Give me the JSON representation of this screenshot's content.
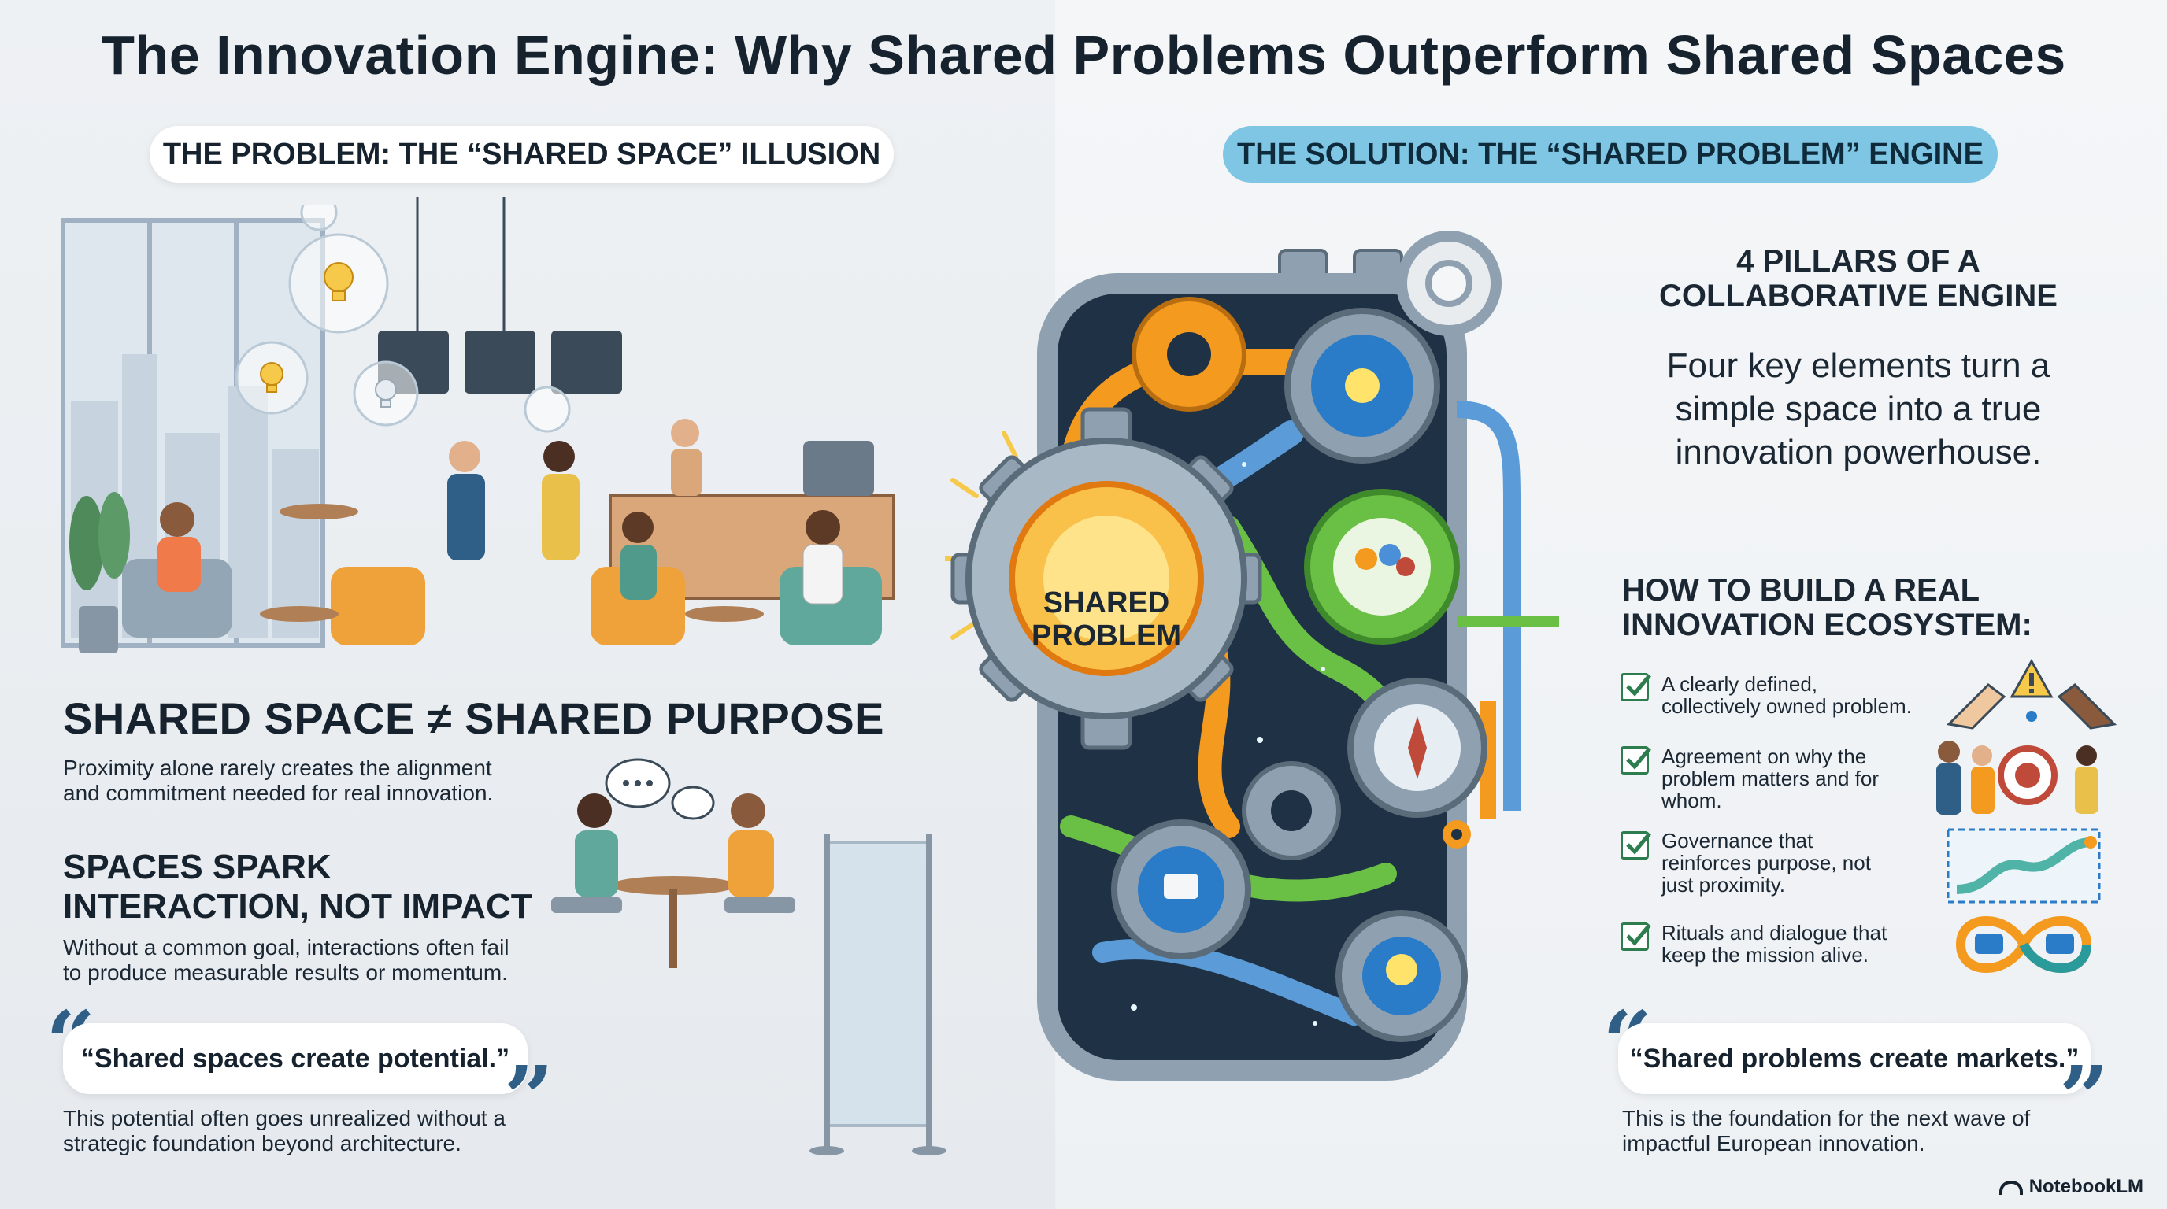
{
  "header": {
    "title": "The Innovation Engine: Why Shared Problems Outperform Shared Spaces"
  },
  "left": {
    "pill": "THE PROBLEM: THE “SHARED SPACE” ILLUSION",
    "heading1": "SHARED SPACE ≠ SHARED PURPOSE",
    "body1_line1": "Proximity alone rarely creates the alignment",
    "body1_line2": "and commitment needed for real innovation.",
    "heading2_line1": "SPACES SPARK",
    "heading2_line2": "INTERACTION, NOT IMPACT",
    "body2_line1": "Without a common goal, interactions often fail",
    "body2_line2": "to produce measurable results or momentum.",
    "quote": "“Shared spaces create potential.”",
    "footer_line1": "This potential often goes unrealized without a",
    "footer_line2": "strategic foundation beyond architecture."
  },
  "engine": {
    "center_line1": "SHARED",
    "center_line2": "PROBLEM"
  },
  "right": {
    "pill": "THE SOLUTION: THE “SHARED PROBLEM” ENGINE",
    "pillars_title_line1": "4 PILLARS OF A",
    "pillars_title_line2": "COLLABORATIVE ENGINE",
    "pillars_desc_line1": "Four key elements turn a",
    "pillars_desc_line2": "simple space into a true",
    "pillars_desc_line3": "innovation powerhouse.",
    "build_title_line1": "HOW TO BUILD A REAL",
    "build_title_line2": "INNOVATION ECOSYSTEM:",
    "items": [
      {
        "line1": "A clearly defined,",
        "line2": "collectively owned problem.",
        "line3": ""
      },
      {
        "line1": "Agreement on why the",
        "line2": "problem matters and for",
        "line3": "whom."
      },
      {
        "line1": "Governance that",
        "line2": "reinforces purpose, not",
        "line3": "just proximity."
      },
      {
        "line1": "Rituals and dialogue that",
        "line2": "keep the mission alive.",
        "line3": ""
      }
    ],
    "quote": "“Shared problems create markets.”",
    "footer_line1": "This is the foundation for the next wave of",
    "footer_line2": "impactful European innovation."
  },
  "brand": {
    "name": "NotebookLM"
  },
  "colors": {
    "accent_blue": "#7ec6e3",
    "check_green": "#2e7d4f",
    "gear_orange": "#f39a1f",
    "quote_blue": "#2f5f86"
  }
}
